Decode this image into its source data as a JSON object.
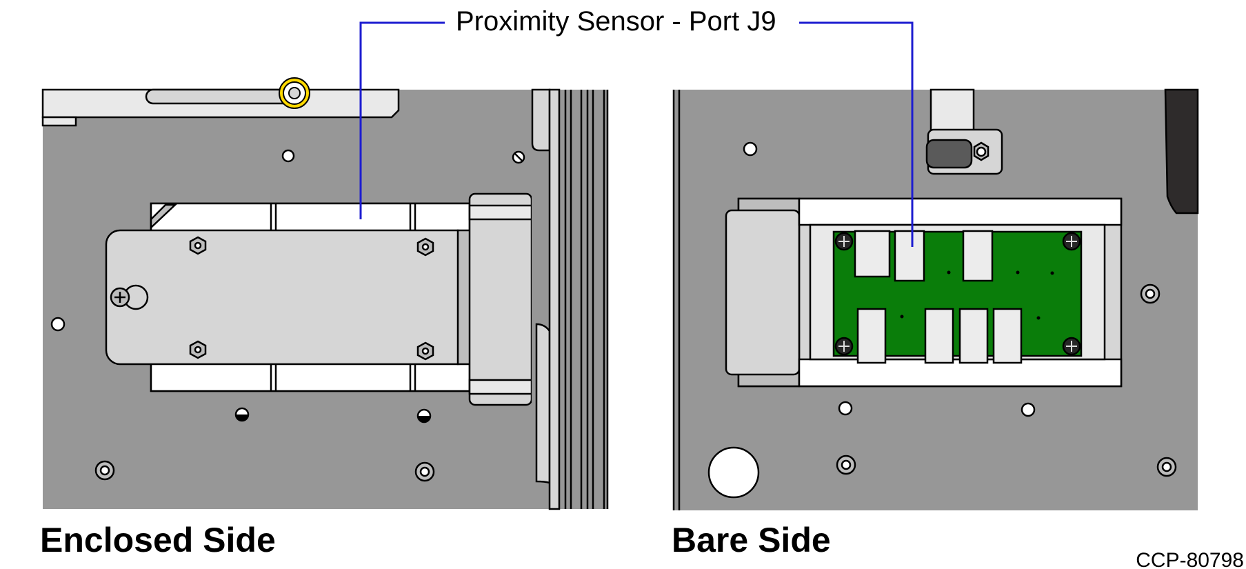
{
  "callout": {
    "label": "Proximity Sensor - Port J9",
    "line_color": "#1c1cd0"
  },
  "panels": [
    {
      "caption": "Enclosed Side"
    },
    {
      "caption": "Bare Side"
    }
  ],
  "figure_id": "CCP-80798",
  "colors": {
    "plate": "#979797",
    "bracket": "#d6d6d6",
    "light_part": "#e9e9e9",
    "white_part": "#ffffff",
    "pcb": "#0a7d0a",
    "dark_part": "#2e2b2b",
    "connector": "#ececec"
  }
}
